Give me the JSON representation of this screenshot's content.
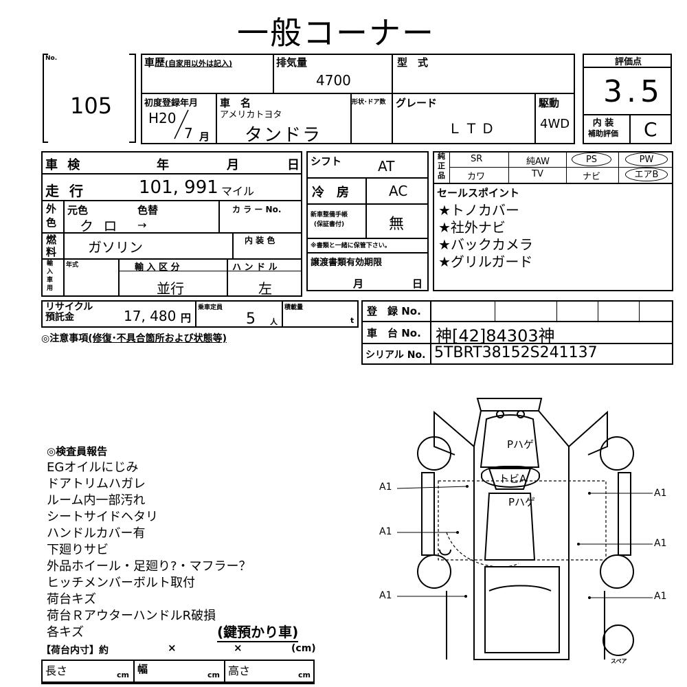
{
  "title": "一般コーナー",
  "header": {
    "no_label": "No.",
    "no_value": "105",
    "history_label": "車歴",
    "history_sub": "(自家用以外は記入)",
    "displacement_label": "排気量",
    "displacement_value": "4700",
    "model_label": "型　式",
    "first_reg_label": "初度登録年月",
    "first_reg_year": "H20",
    "first_reg_month": "7",
    "month_unit": "月",
    "car_name_label": "車　名",
    "maker": "アメリカトヨタ",
    "car_name": "タンドラ",
    "body_doors_label": "形状･ドア数",
    "grade_label": "グレード",
    "grade_value": "ＬＴＤ",
    "drive_label": "駆動",
    "drive_value": "4WD",
    "score_label": "評価点",
    "score_value": "3.5",
    "interior_label": "内 装",
    "interior_sub": "補助評価",
    "interior_value": "C"
  },
  "details": {
    "inspection_label": "車 検",
    "year_unit": "年",
    "month_unit": "月",
    "day_unit": "日",
    "shift_label": "シフト",
    "shift_value": "AT",
    "mileage_label": "走 行",
    "mileage_value": "101, 991",
    "mileage_unit": "マイル",
    "ac_label": "冷　房",
    "ac_value": "AC",
    "exterior_label_1": "外",
    "exterior_label_2": "色",
    "orig_color_label": "元色",
    "color_change_label": "色替",
    "orig_color_value": "ク ロ",
    "arrow": "→",
    "color_no_label": "カ ラ ー No.",
    "maintenance_label_1": "新車整備手帳",
    "maintenance_label_2": "(保証書付)",
    "maintenance_value": "無",
    "maintenance_note": "※書類と一緒に保管下さい。",
    "fuel_label_1": "燃",
    "fuel_label_2": "料",
    "fuel_value": "ガソリン",
    "interior_color_label": "内 装 色",
    "import_label": "輸入車用",
    "model_year_label": "年式",
    "import_type_label": "輸 入 区 分",
    "import_type_value": "並行",
    "handle_label": "ハ ン ド ル",
    "handle_value": "左",
    "transfer_label": "譲渡書類有効期限",
    "transfer_month": "月",
    "transfer_day": "日",
    "recycle_label_1": "リサイクル",
    "recycle_label_2": "預託金",
    "recycle_value": "17, 480",
    "yen": "円",
    "capacity_label": "乗車定員",
    "capacity_value": "5",
    "capacity_unit": "人",
    "load_label": "積載量",
    "load_unit": "t",
    "caution_label": "◎注意事項",
    "caution_sub": "(修復･不具合箇所および状態等)",
    "reg_no_label": "登　録 No.",
    "chassis_label": "車　台 No.",
    "chassis_value": "神[42]84303神",
    "serial_label": "シリアル No.",
    "serial_value": "5TBRT38152S241137"
  },
  "options": {
    "label_1": "純",
    "label_2": "正",
    "label_3": "品",
    "row1": [
      "SR",
      "純AW",
      "PS",
      "PW"
    ],
    "row2": [
      "カワ",
      "TV",
      "ナビ",
      "エアB"
    ]
  },
  "sales_points": {
    "label": "セールスポイント",
    "items": [
      "★トノカバー",
      "★社外ナビ",
      "★バックカメラ",
      "★グリルガード"
    ]
  },
  "inspector_report": {
    "title": "◎検査員報告",
    "lines": [
      "EGオイルにじみ",
      "ドアトリムハガレ",
      "ルーム内一部汚れ",
      "シートサイドヘタリ",
      "ハンドルカバー有",
      "下廻りサビ",
      "外品ホイール・足廻り?・マフラー？",
      "ヒッチメンバーボルト取付",
      "荷台キズ",
      "荷台ＲアウターハンドルR破損",
      "各キズ"
    ],
    "key_note": "(鍵預かり車)"
  },
  "bed": {
    "title": "【荷台内寸】約",
    "x1": "×",
    "x2": "×",
    "unit_label": "(cm)",
    "length_label": "長さ",
    "width_label": "幅",
    "height_label": "高さ",
    "cm": "cm"
  },
  "diagram": {
    "hood_mark": "Pハゲ",
    "windshield_mark": "トビA",
    "roof_mark": "Pハゲ",
    "side_marks": [
      "A1",
      "A1",
      "A1",
      "A1",
      "A1",
      "A1"
    ],
    "spare_label": "スペア"
  }
}
